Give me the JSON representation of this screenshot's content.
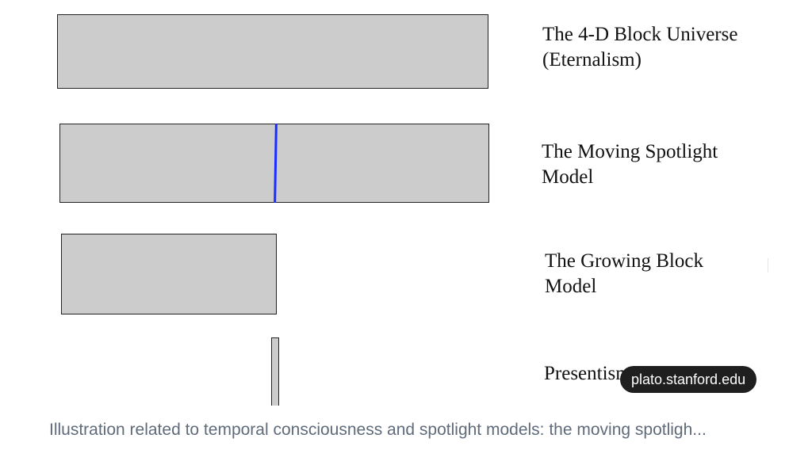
{
  "diagram": {
    "models": [
      {
        "id": "block-universe",
        "line1": "The 4-D Block Universe",
        "line2": "(Eternalism)"
      },
      {
        "id": "moving-spotlight",
        "line1": "The Moving Spotlight",
        "line2": "Model"
      },
      {
        "id": "growing-block",
        "line1": "The Growing Block",
        "line2": "Model"
      },
      {
        "id": "presentism",
        "line1": "Presentism",
        "line2": ""
      }
    ],
    "colors": {
      "block_fill": "#cccccc",
      "block_border": "#222222",
      "spotlight": "#1a2cff"
    }
  },
  "source": {
    "label": "plato.stanford.edu"
  },
  "caption": {
    "text": "Illustration related to temporal consciousness and spotlight models: the moving spotligh..."
  }
}
